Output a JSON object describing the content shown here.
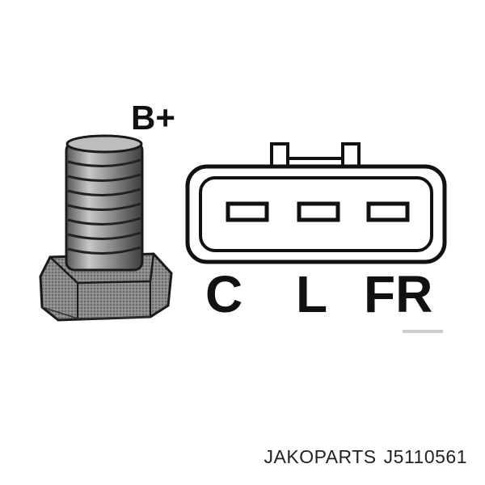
{
  "terminals": {
    "b_plus_label": "B+",
    "connector_pins": [
      {
        "label": "C"
      },
      {
        "label": "L"
      },
      {
        "label": "FR"
      }
    ]
  },
  "caption": {
    "brand": "JAKOPARTS",
    "part_number": "J5110561"
  }
}
